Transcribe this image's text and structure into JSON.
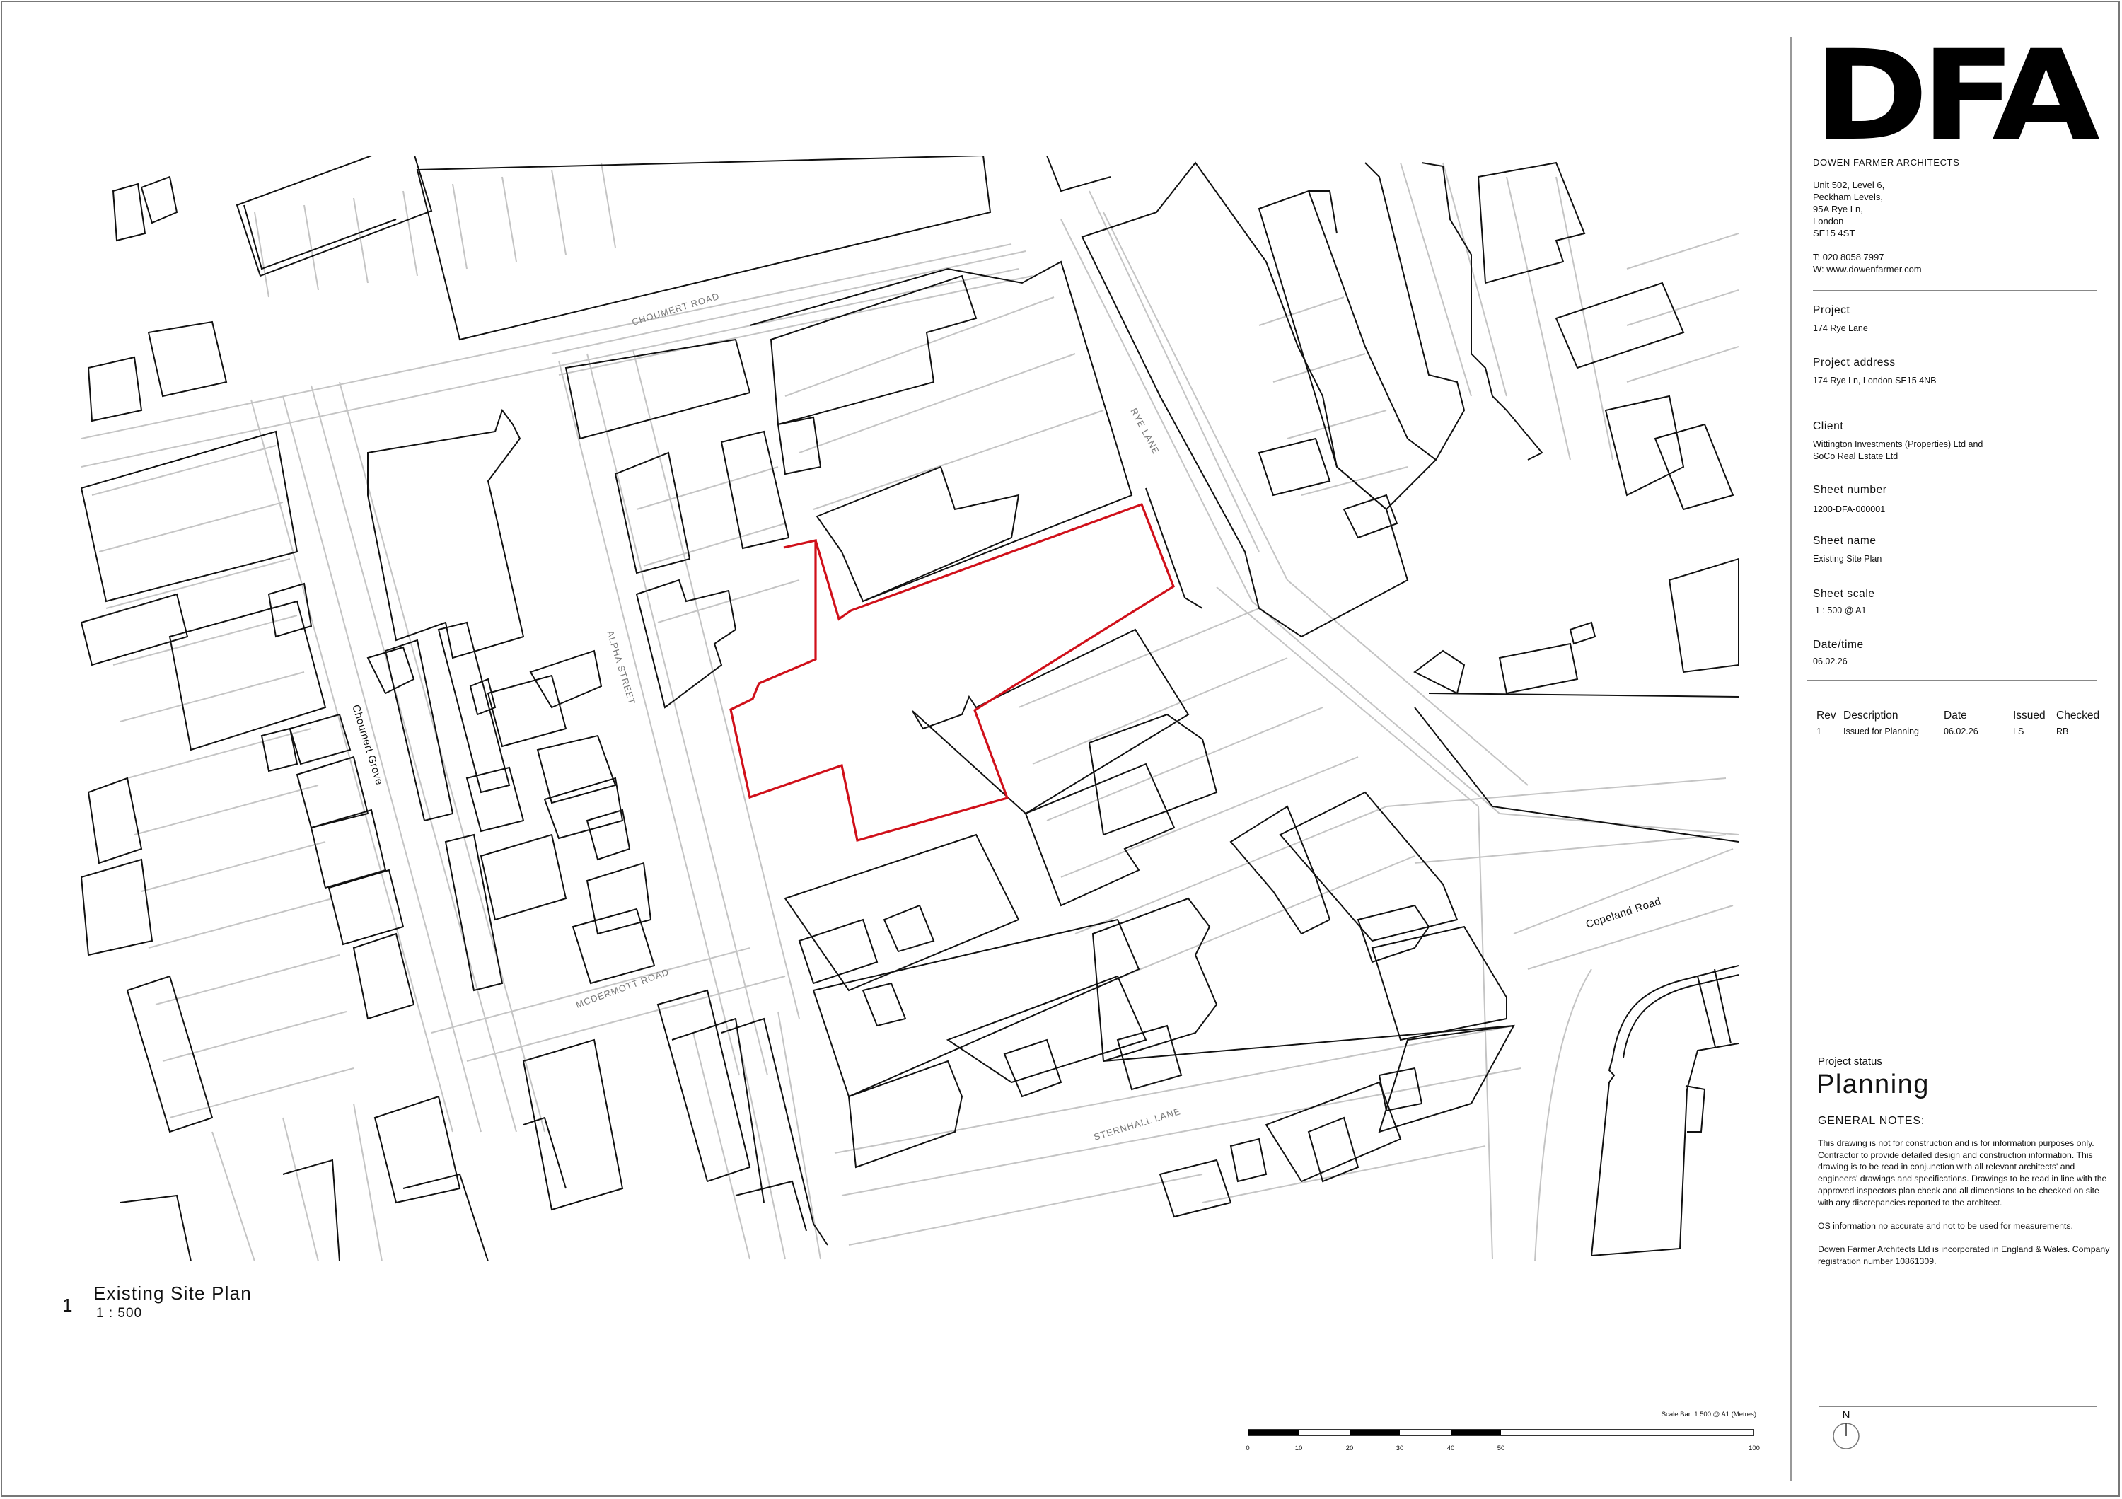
{
  "firm": {
    "logo": "DFA",
    "name": "DOWEN FARMER ARCHITECTS",
    "address_lines": [
      "Unit 502, Level 6,",
      "Peckham Levels,",
      "95A Rye Ln,",
      "London",
      "SE15 4ST"
    ],
    "phone": "T: 020 8058 7997",
    "web": "W: www.dowenfarmer.com"
  },
  "title_block": {
    "project_label": "Project",
    "project": "174 Rye Lane",
    "project_address_label": "Project address",
    "project_address": "174 Rye Ln, London SE15 4NB",
    "client_label": "Client",
    "client_lines": [
      "Wittington Investments (Properties) Ltd and",
      "SoCo Real Estate Ltd"
    ],
    "sheet_number_label": "Sheet number",
    "sheet_number": "1200-DFA-000001",
    "sheet_name_label": "Sheet name",
    "sheet_name": "Existing Site Plan",
    "sheet_scale_label": "Sheet scale",
    "sheet_scale": "1 : 500 @ A1",
    "date_label": "Date/time",
    "date": "06.02.26"
  },
  "revisions": {
    "headers": [
      "Rev",
      "Description",
      "Date",
      "Issued",
      "Checked"
    ],
    "rows": [
      {
        "rev": "1",
        "description": "Issued for Planning",
        "date": "06.02.26",
        "issued": "LS",
        "checked": "RB"
      }
    ]
  },
  "status": {
    "label": "Project status",
    "value": "Planning"
  },
  "general_notes": {
    "title": "GENERAL NOTES:",
    "paragraphs": [
      "This drawing is not for construction and is for information purposes only. Contractor to provide detailed design and construction information. This drawing is to be read in conjunction with all relevant architects' and engineers' drawings and specifications. Drawings to be read in line with the approved inspectors plan check and all dimensions to be checked on site with any discrepancies reported to the architect.",
      "OS information no accurate and not to be used for measurements.",
      "Dowen Farmer Architects Ltd is incorporated in England & Wales. Company registration number 10861309."
    ]
  },
  "north_arrow": {
    "label": "N",
    "icon": "north-arrow-icon"
  },
  "view": {
    "number": "1",
    "title": "Existing Site Plan",
    "scale": "1 : 500"
  },
  "scale_bar": {
    "caption": "Scale Bar: 1:500 @ A1 (Metres)",
    "ticks": [
      "0",
      "10",
      "20",
      "30",
      "40",
      "50",
      "100"
    ]
  },
  "map": {
    "streets": [
      "CHOUMERT ROAD",
      "Choumert Grove",
      "ALPHA STREET",
      "RYE LANE",
      "MCDERMOTT ROAD",
      "STERNHALL LANE",
      "Copeland Road"
    ],
    "site_boundary_color": "#d0101a",
    "building_color": "#111111",
    "curtilage_color": "#bdbdbd"
  }
}
